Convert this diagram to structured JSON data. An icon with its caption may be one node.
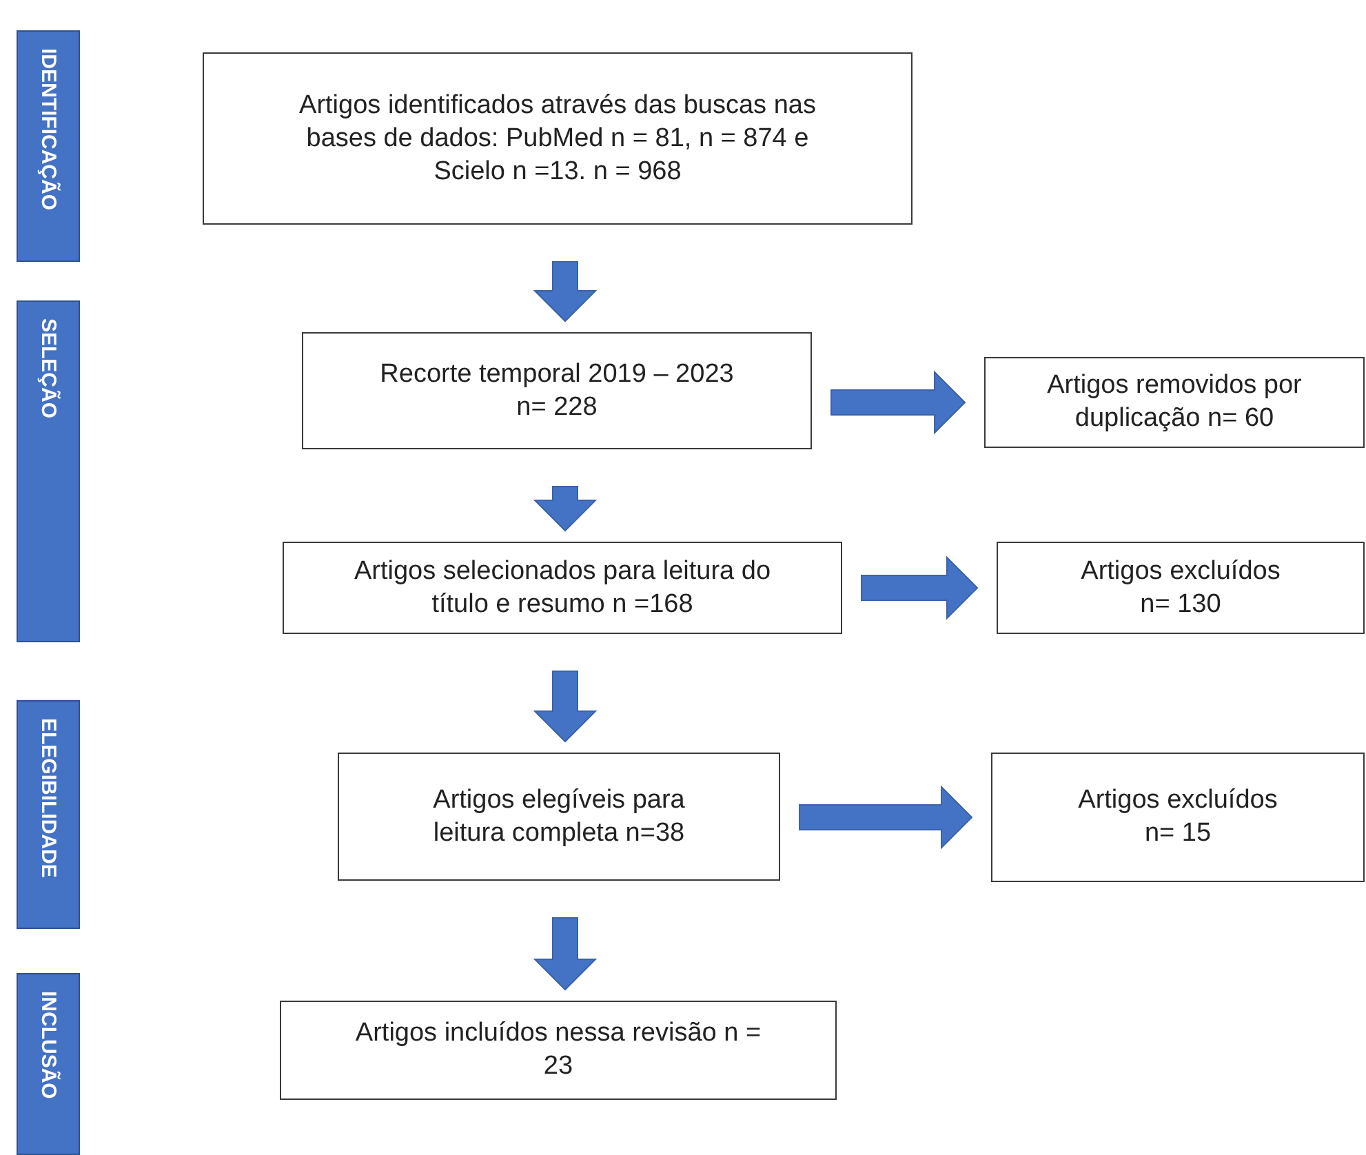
{
  "diagram": {
    "nodes": [
      {
        "text": [
          "IDENTIFICAÇÃO"
        ]
      },
      {
        "text": [
          "Artigos identificados através das buscas nas bases de dados: PubMed n = 81, n = 874 e Scielo n =13. n = 968"
        ]
      },
      {
        "text": [
          "SELEÇÃO"
        ]
      },
      {
        "text": [
          "Recorte temporal 2019 – 2023 n= 228"
        ]
      },
      {
        "text": [
          "Artigos removidos por duplicação n= 60"
        ]
      },
      {
        "text": [
          "Artigos selecionados para leitura do título e resumo n =168"
        ]
      },
      {
        "text": [
          "Artigos excluídos n= 130"
        ]
      },
      {
        "text": [
          "ELEGIBILIDADE"
        ]
      },
      {
        "text": [
          "Artigos elegíveis para leitura completa n=38"
        ]
      },
      {
        "text": [
          "Artigos excluídos n= 15"
        ]
      },
      {
        "text": [
          "INCLUSÃO"
        ]
      },
      {
        "text": [
          "Artigos incluídos nessa revisão n = 23"
        ]
      }
    ],
    "edges": [
      {
        "from": 1,
        "to": 3,
        "arrow": "to"
      },
      {
        "from": 3,
        "to": 4,
        "arrow": "to"
      },
      {
        "from": 3,
        "to": 5,
        "arrow": "to"
      },
      {
        "from": 5,
        "to": 6,
        "arrow": "to"
      },
      {
        "from": 5,
        "to": 8,
        "arrow": "to"
      },
      {
        "from": 8,
        "to": 9,
        "arrow": "to"
      },
      {
        "from": 8,
        "to": 11,
        "arrow": "to"
      }
    ]
  }
}
